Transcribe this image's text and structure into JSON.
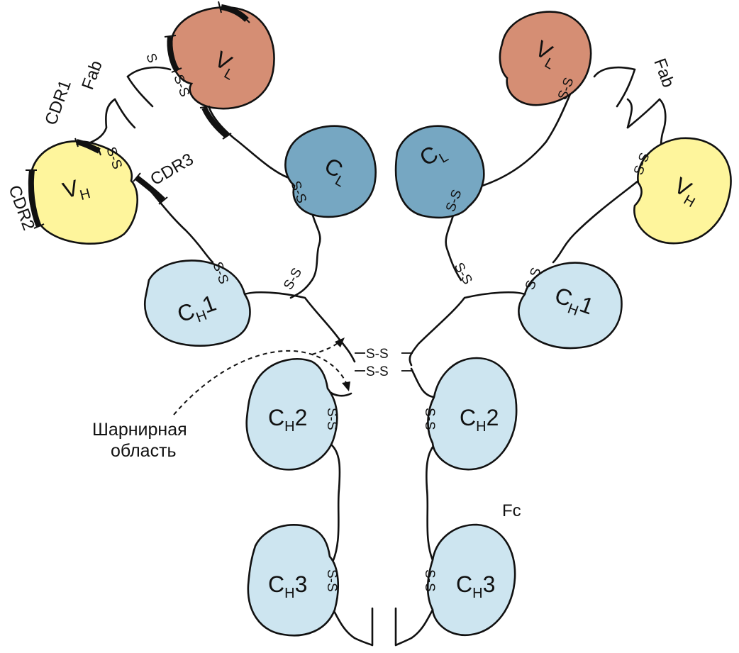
{
  "colors": {
    "v_light": "#D58E74",
    "c_light": "#76A7C2",
    "v_heavy": "#FEF59C",
    "c_heavy": "#CDE5F0",
    "line": "#111111"
  },
  "labels": {
    "vl": "V",
    "vl_sub": "L",
    "vh": "V",
    "vh_sub": "H",
    "cl": "C",
    "cl_sub": "L",
    "ch1": "C",
    "ch1_sub": "H",
    "ch1_num": "1",
    "ch2": "C",
    "ch2_sub": "H",
    "ch2_num": "2",
    "ch3": "C",
    "ch3_sub": "H",
    "ch3_num": "3",
    "ss": "S-S",
    "s": "S",
    "fab": "Fab",
    "fc": "Fc",
    "cdr1": "CDR1",
    "cdr2": "CDR2",
    "cdr3": "CDR3",
    "hinge_line1": "Шарнирная",
    "hinge_line2": "область"
  }
}
